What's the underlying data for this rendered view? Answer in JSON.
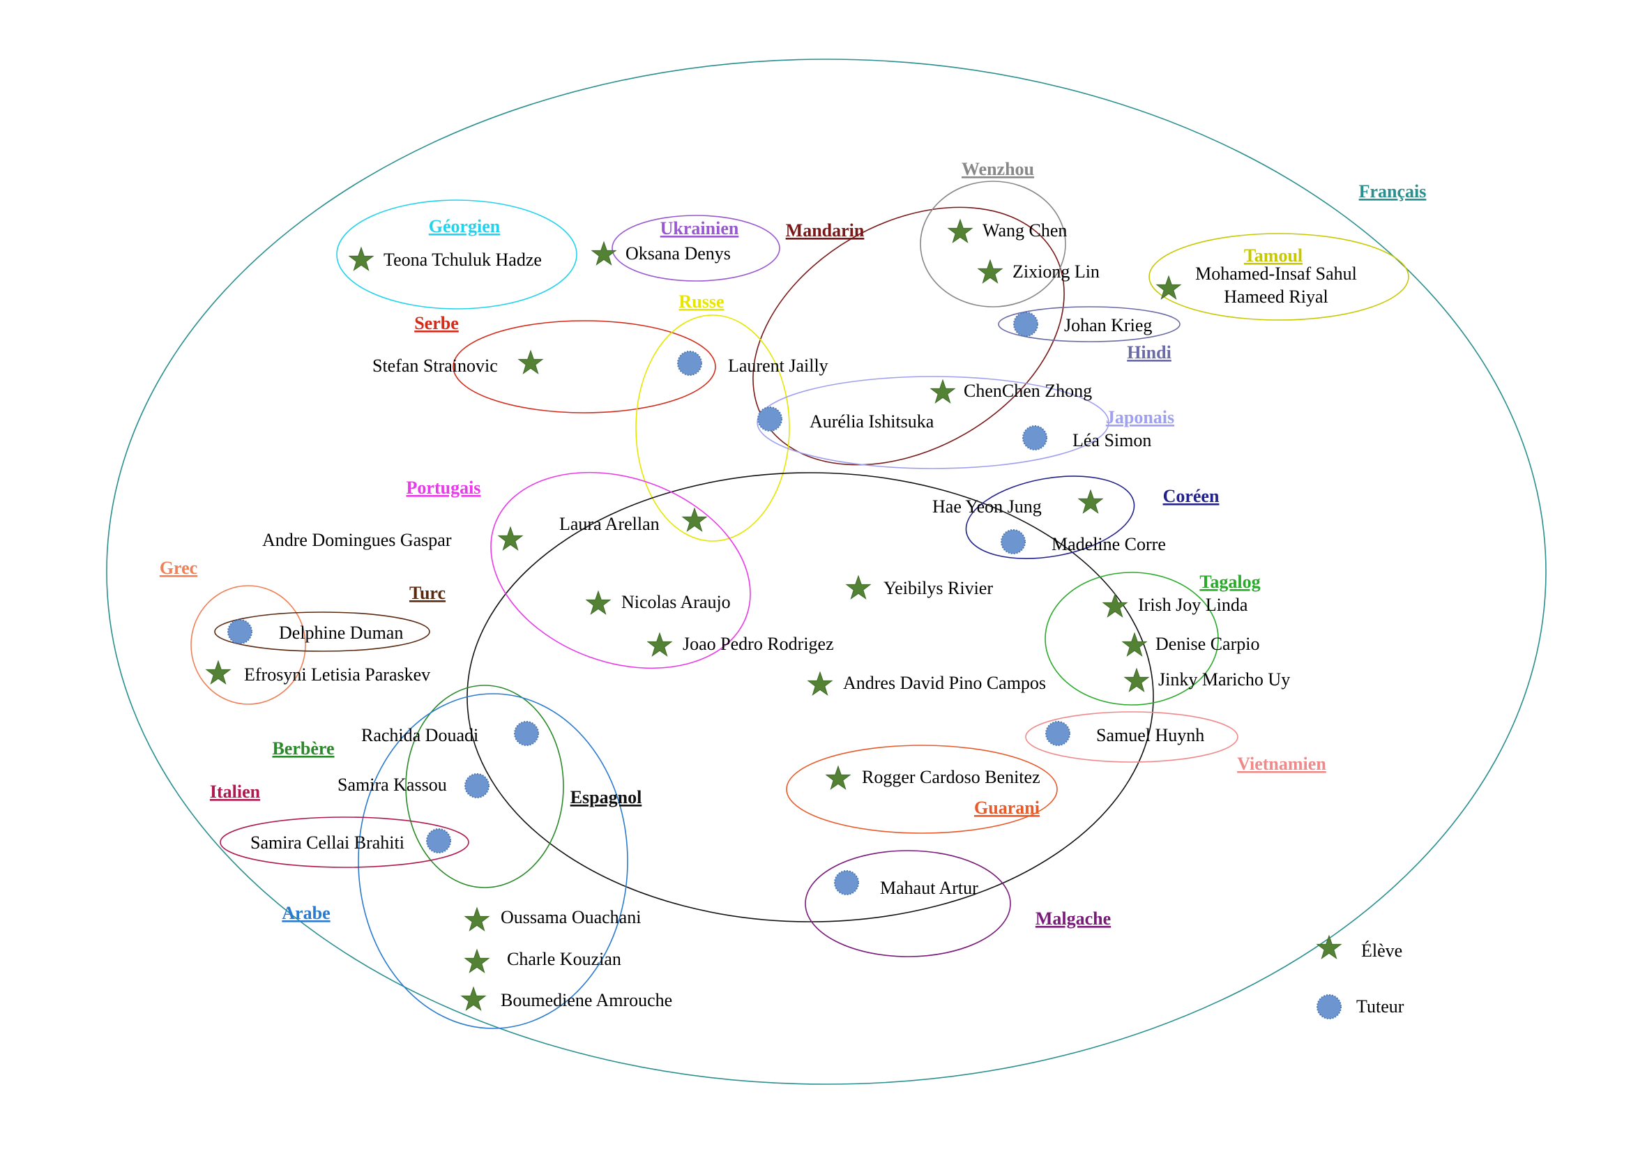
{
  "languages": {
    "francais": {
      "label": "Français",
      "color": "#2a8f8f"
    },
    "georgien": {
      "label": "Géorgien",
      "color": "#22d3ee"
    },
    "ukrainien": {
      "label": "Ukrainien",
      "color": "#9a58d0"
    },
    "mandarin": {
      "label": "Mandarin",
      "color": "#7a1818"
    },
    "wenzhou": {
      "label": "Wenzhou",
      "color": "#888888"
    },
    "tamoul": {
      "label": "Tamoul",
      "color": "#c8c800"
    },
    "serbe": {
      "label": "Serbe",
      "color": "#d42a1a"
    },
    "russe": {
      "label": "Russe",
      "color": "#e6e600"
    },
    "hindi": {
      "label": "Hindi",
      "color": "#6a6aa6"
    },
    "japonais": {
      "label": "Japonais",
      "color": "#a0a0f0"
    },
    "portugais": {
      "label": "Portugais",
      "color": "#e83ae8"
    },
    "coreen": {
      "label": "Coréen",
      "color": "#22228a"
    },
    "grec": {
      "label": "Grec",
      "color": "#f08058"
    },
    "turc": {
      "label": "Turc",
      "color": "#5a2a10"
    },
    "tagalog": {
      "label": "Tagalog",
      "color": "#2aaa2a"
    },
    "berbere": {
      "label": "Berbère",
      "color": "#2a8a2a"
    },
    "vietnamien": {
      "label": "Vietnamien",
      "color": "#f08a8a"
    },
    "italien": {
      "label": "Italien",
      "color": "#b01850"
    },
    "espagnol": {
      "label": "Espagnol",
      "color": "#111111"
    },
    "guarani": {
      "label": "Guarani",
      "color": "#e85a2a"
    },
    "arabe": {
      "label": "Arabe",
      "color": "#2a7ad0"
    },
    "malgache": {
      "label": "Malgache",
      "color": "#7a1a7a"
    }
  },
  "people": [
    {
      "name": "Teona Tchuluk Hadze",
      "role": "eleve"
    },
    {
      "name": "Oksana Denys",
      "role": "eleve"
    },
    {
      "name": "Wang Chen",
      "role": "eleve"
    },
    {
      "name": "Zixiong Lin",
      "role": "eleve"
    },
    {
      "name": "Mohamed-Insaf Sahul",
      "role": "eleve"
    },
    {
      "name": "Hameed Riyal",
      "role": "eleve"
    },
    {
      "name": "Johan Krieg",
      "role": "tuteur"
    },
    {
      "name": "Stefan Strainovic",
      "role": "eleve"
    },
    {
      "name": "Laurent Jailly",
      "role": "tuteur"
    },
    {
      "name": "ChenChen Zhong",
      "role": "eleve"
    },
    {
      "name": "Aurélia Ishitsuka",
      "role": "tuteur"
    },
    {
      "name": "Léa Simon",
      "role": "tuteur"
    },
    {
      "name": "Laura Arellan",
      "role": "eleve"
    },
    {
      "name": "Andre Domingues Gaspar",
      "role": "eleve"
    },
    {
      "name": "Hae Yeon Jung",
      "role": "eleve"
    },
    {
      "name": "Madeline Corre",
      "role": "tuteur"
    },
    {
      "name": "Yeibilys Rivier",
      "role": "eleve"
    },
    {
      "name": "Nicolas Araujo",
      "role": "eleve"
    },
    {
      "name": "Delphine Duman",
      "role": "tuteur"
    },
    {
      "name": "Irish Joy Linda",
      "role": "eleve"
    },
    {
      "name": "Joao Pedro Rodrigez",
      "role": "eleve"
    },
    {
      "name": "Denise Carpio",
      "role": "eleve"
    },
    {
      "name": "Efrosyni Letisia Paraskev",
      "role": "eleve"
    },
    {
      "name": "Andres David Pino Campos",
      "role": "eleve"
    },
    {
      "name": "Jinky Maricho Uy",
      "role": "eleve"
    },
    {
      "name": "Rachida Douadi",
      "role": "tuteur"
    },
    {
      "name": "Samuel Huynh",
      "role": "tuteur"
    },
    {
      "name": "Samira Kassou",
      "role": "tuteur"
    },
    {
      "name": "Rogger Cardoso Benitez",
      "role": "eleve"
    },
    {
      "name": "Samira Cellai Brahiti",
      "role": "tuteur"
    },
    {
      "name": "Mahaut Artur",
      "role": "tuteur"
    },
    {
      "name": "Oussama Ouachani",
      "role": "eleve"
    },
    {
      "name": "Charle Kouzian",
      "role": "eleve"
    },
    {
      "name": "Boumediene Amrouche",
      "role": "eleve"
    }
  ],
  "legend": {
    "eleve": "Élève",
    "tuteur": "Tuteur"
  },
  "colors": {
    "star": "#548235",
    "star_outline": "#3f6a28",
    "tutor": "#6d95cf",
    "tutor_outline": "#4f78b5"
  }
}
